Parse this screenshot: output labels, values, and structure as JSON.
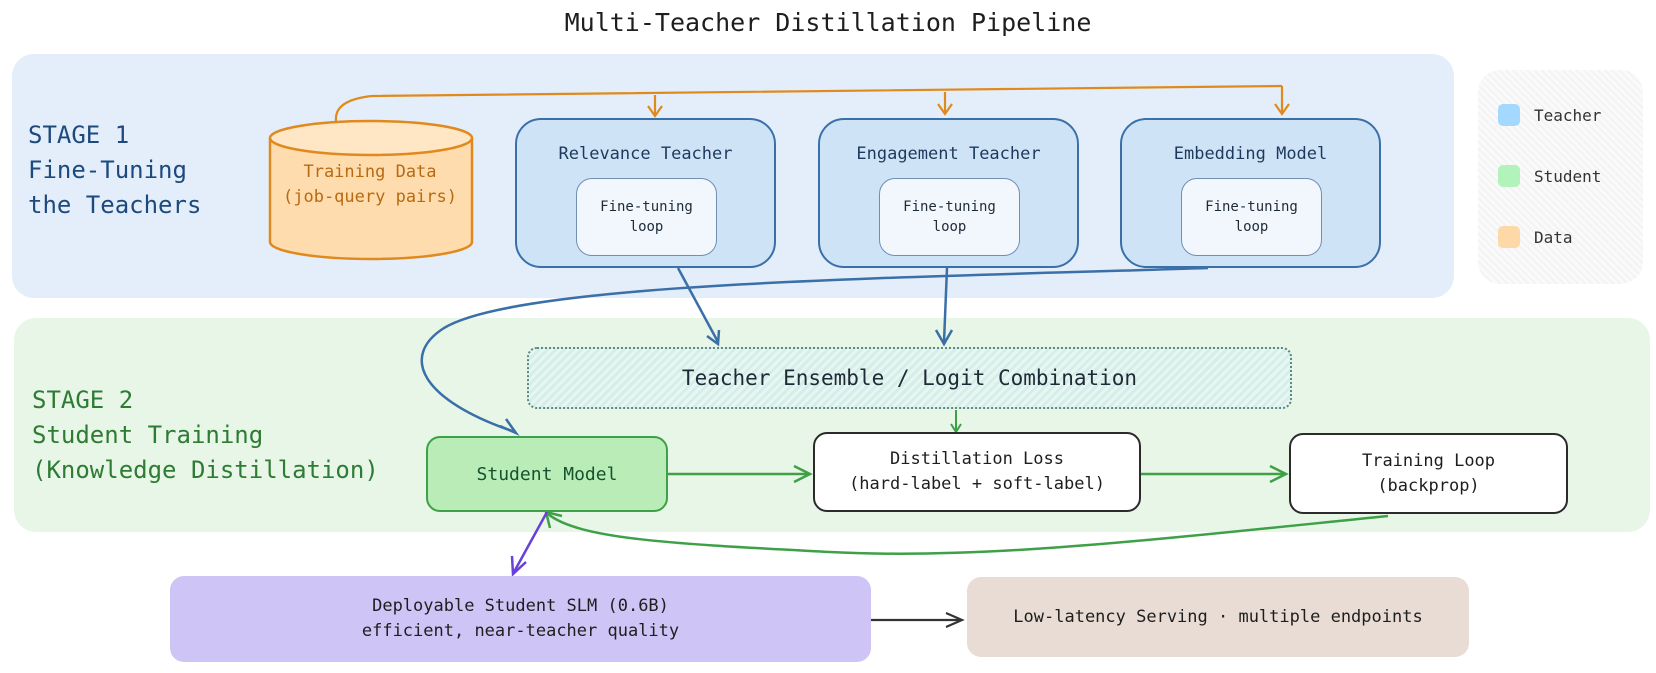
{
  "title": "Multi-Teacher Distillation Pipeline",
  "stage1": {
    "label": [
      "STAGE 1",
      "Fine-Tuning",
      "the Teachers"
    ],
    "data_node": {
      "text": "Training Data\n(job-query pairs)"
    },
    "teachers": [
      {
        "title": "Relevance Teacher",
        "inner": "Fine-tuning\nloop"
      },
      {
        "title": "Engagement Teacher",
        "inner": "Fine-tuning\nloop"
      },
      {
        "title": "Embedding Model",
        "inner": "Fine-tuning\nloop"
      }
    ]
  },
  "stage2": {
    "label": [
      "STAGE 2",
      "Student Training",
      "(Knowledge Distillation)"
    ],
    "ensemble": "Teacher Ensemble / Logit Combination",
    "student": "Student Model",
    "loss": "Distillation Loss\n(hard-label + soft-label)",
    "training_loop": "Training Loop\n(backprop)"
  },
  "deploy": "Deployable Student SLM (0.6B)\nefficient, near-teacher quality",
  "serving": "Low-latency Serving · multiple endpoints",
  "legend": [
    {
      "label": "Teacher",
      "color": "#a5d8ff"
    },
    {
      "label": "Student",
      "color": "#b2f2bb"
    },
    {
      "label": "Data",
      "color": "#ffd8a8"
    }
  ],
  "colors": {
    "teacher_stroke": "#3a6fa7",
    "data_stroke": "#e08a1e",
    "student_stroke": "#3ea047",
    "deploy_arrow": "#6741d9"
  }
}
